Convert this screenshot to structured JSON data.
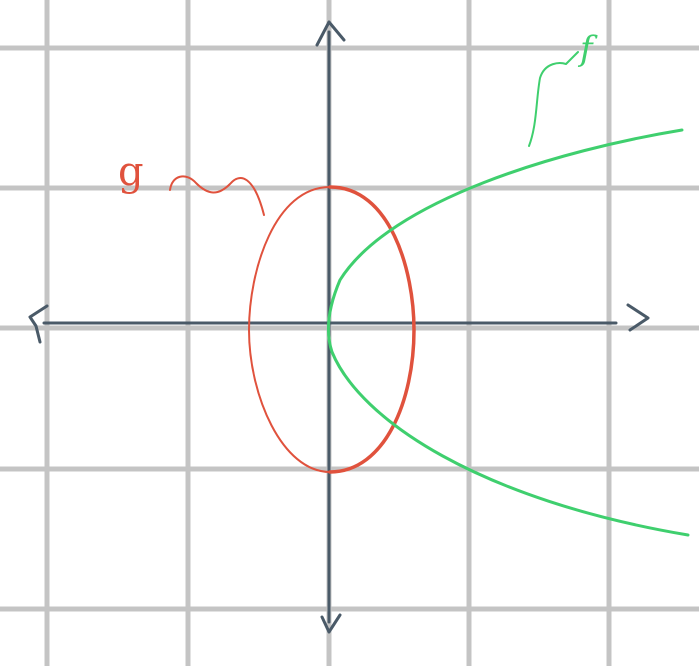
{
  "labels": {
    "f": "f",
    "g": "g"
  },
  "colors": {
    "f_curve": "#3fcf6e",
    "g_curve": "#e0523d",
    "axes": "#4a5a68",
    "grid": "#c4c4c4"
  },
  "figure": {
    "description_free": true,
    "arrows": [
      "left",
      "right",
      "up",
      "down"
    ]
  }
}
